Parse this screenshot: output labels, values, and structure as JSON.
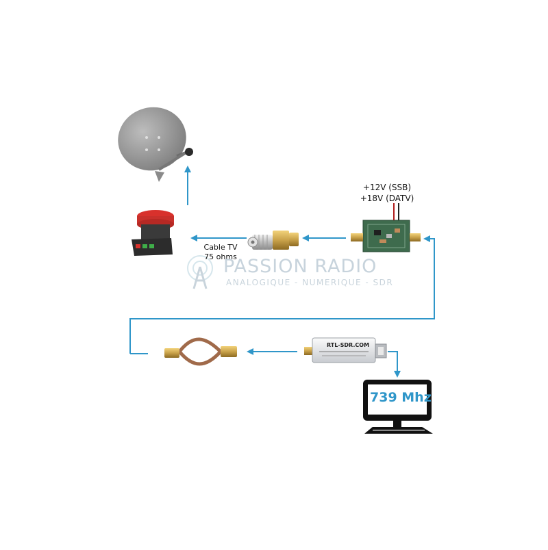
{
  "labels": {
    "power_line1": "+12V (SSB)",
    "power_line2": "+18V (DATV)",
    "cable_line1": "Cable TV",
    "cable_line2": "75 ohms"
  },
  "watermark": {
    "title": "PASSION RADIO",
    "subtitle": "ANALOGIQUE - NUMERIQUE - SDR"
  },
  "monitor": {
    "screen_text": "739 Mhz"
  },
  "rtl_dongle": {
    "label": "RTL-SDR.COM"
  },
  "colors": {
    "arrow": "#2f96c9",
    "screen_text": "#2f96c9",
    "dish": "#9a9a9a",
    "lnb_red": "#d8312c",
    "board_green": "#3e6b4d",
    "brass": "#c9a24a"
  }
}
